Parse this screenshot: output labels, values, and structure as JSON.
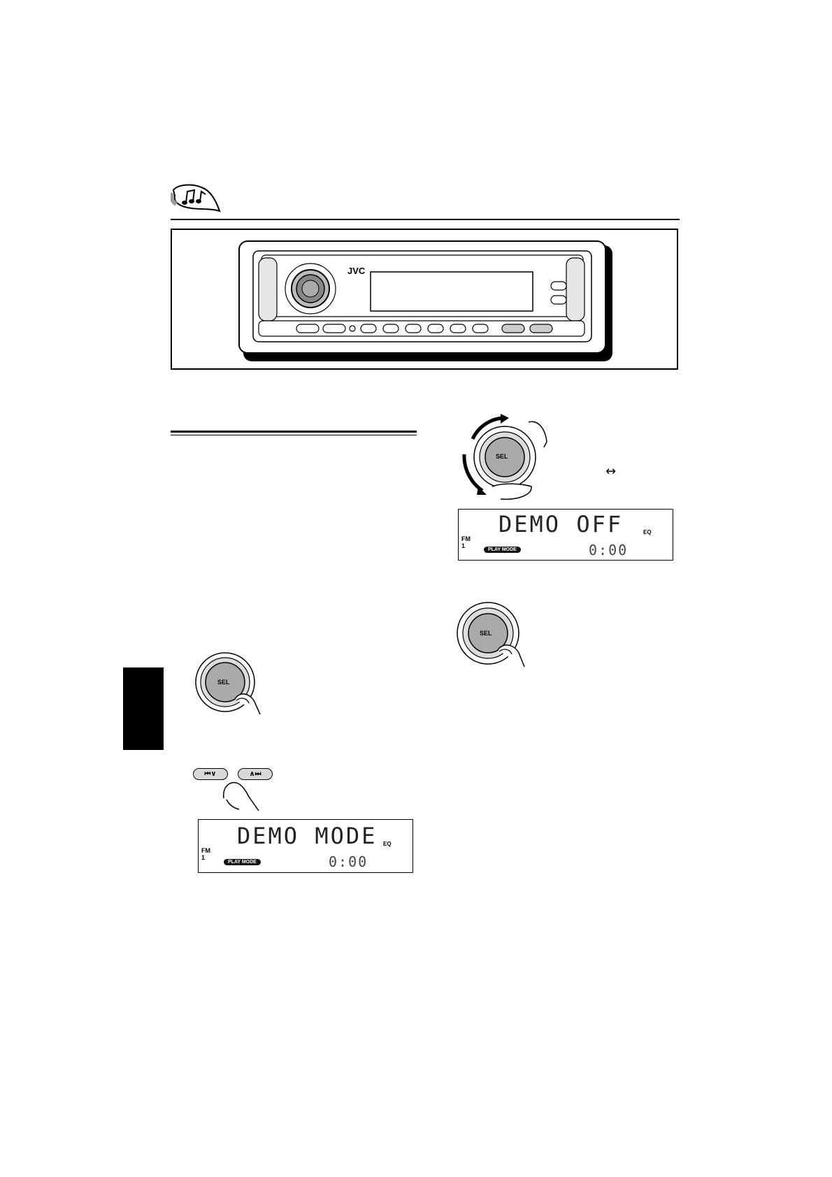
{
  "header": {
    "icon": "music-notes-icon"
  },
  "radio": {
    "brand": "JVC"
  },
  "dial": {
    "label": "SEL"
  },
  "buttons": {
    "prev_label": "⏮∨",
    "next_label": "∧⏭"
  },
  "display_demo_mode": {
    "text": "DEMO MODE",
    "band": "FM",
    "preset": "1",
    "play_mode": "PLAY MODE",
    "eq": "EQ",
    "digits": "0:00"
  },
  "display_demo_off": {
    "text": "DEMO OFF",
    "band": "FM",
    "preset": "1",
    "play_mode": "PLAY MODE",
    "eq": "EQ",
    "digits": "0:00"
  },
  "arrow_symbol": "↔",
  "colors": {
    "tab": "#000000",
    "button_fill": "#d8d8d8"
  }
}
